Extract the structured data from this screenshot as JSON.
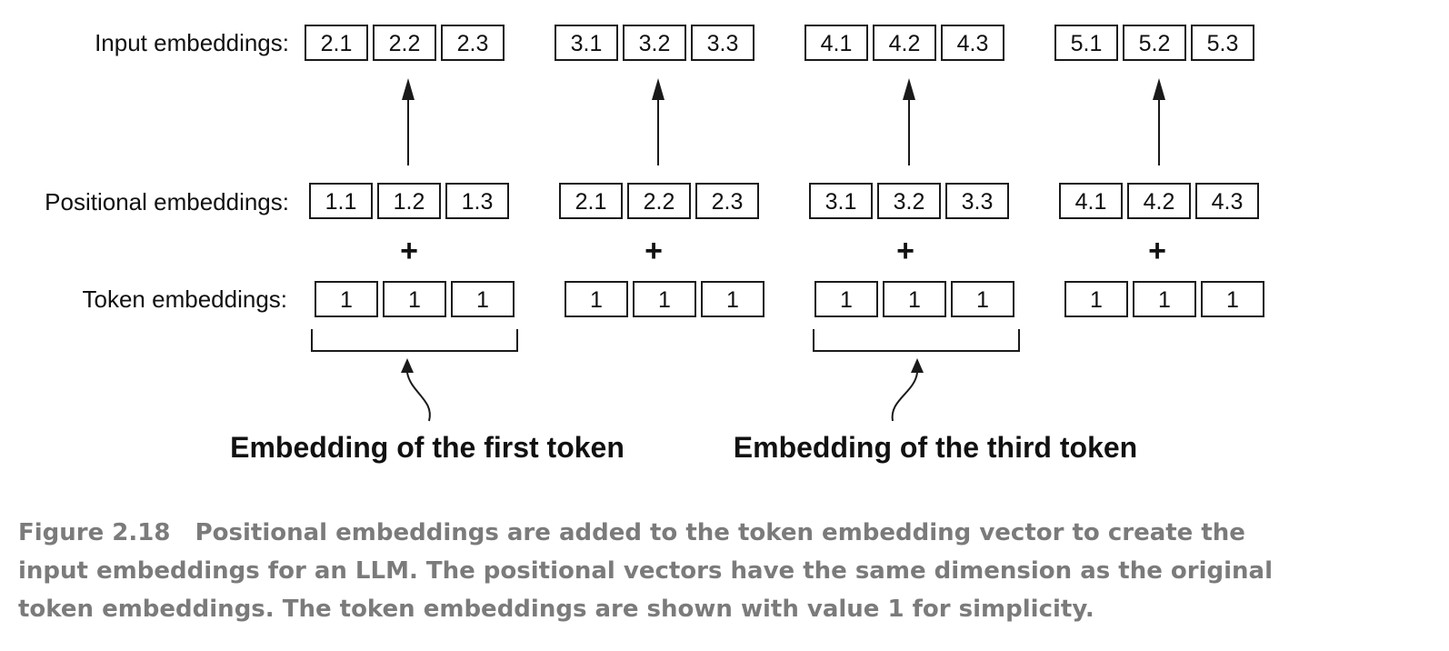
{
  "row_labels": {
    "input": "Input embeddings:",
    "positional": "Positional embeddings:",
    "token": "Token embeddings:"
  },
  "input_embeddings": [
    [
      "2.1",
      "2.2",
      "2.3"
    ],
    [
      "3.1",
      "3.2",
      "3.3"
    ],
    [
      "4.1",
      "4.2",
      "4.3"
    ],
    [
      "5.1",
      "5.2",
      "5.3"
    ]
  ],
  "positional_embeddings": [
    [
      "1.1",
      "1.2",
      "1.3"
    ],
    [
      "2.1",
      "2.2",
      "2.3"
    ],
    [
      "3.1",
      "3.2",
      "3.3"
    ],
    [
      "4.1",
      "4.2",
      "4.3"
    ]
  ],
  "token_embeddings": [
    [
      "1",
      "1",
      "1"
    ],
    [
      "1",
      "1",
      "1"
    ],
    [
      "1",
      "1",
      "1"
    ],
    [
      "1",
      "1",
      "1"
    ]
  ],
  "operator": "+",
  "annotations": {
    "first": "Embedding of the first token",
    "third": "Embedding of the third token"
  },
  "caption": {
    "label": "Figure 2.18",
    "text": "Positional embeddings are added to the token embedding vector to create the input embeddings for an LLM. The positional vectors have the same dimension as the original token embeddings. The token embeddings are shown with value 1 for simplicity."
  }
}
